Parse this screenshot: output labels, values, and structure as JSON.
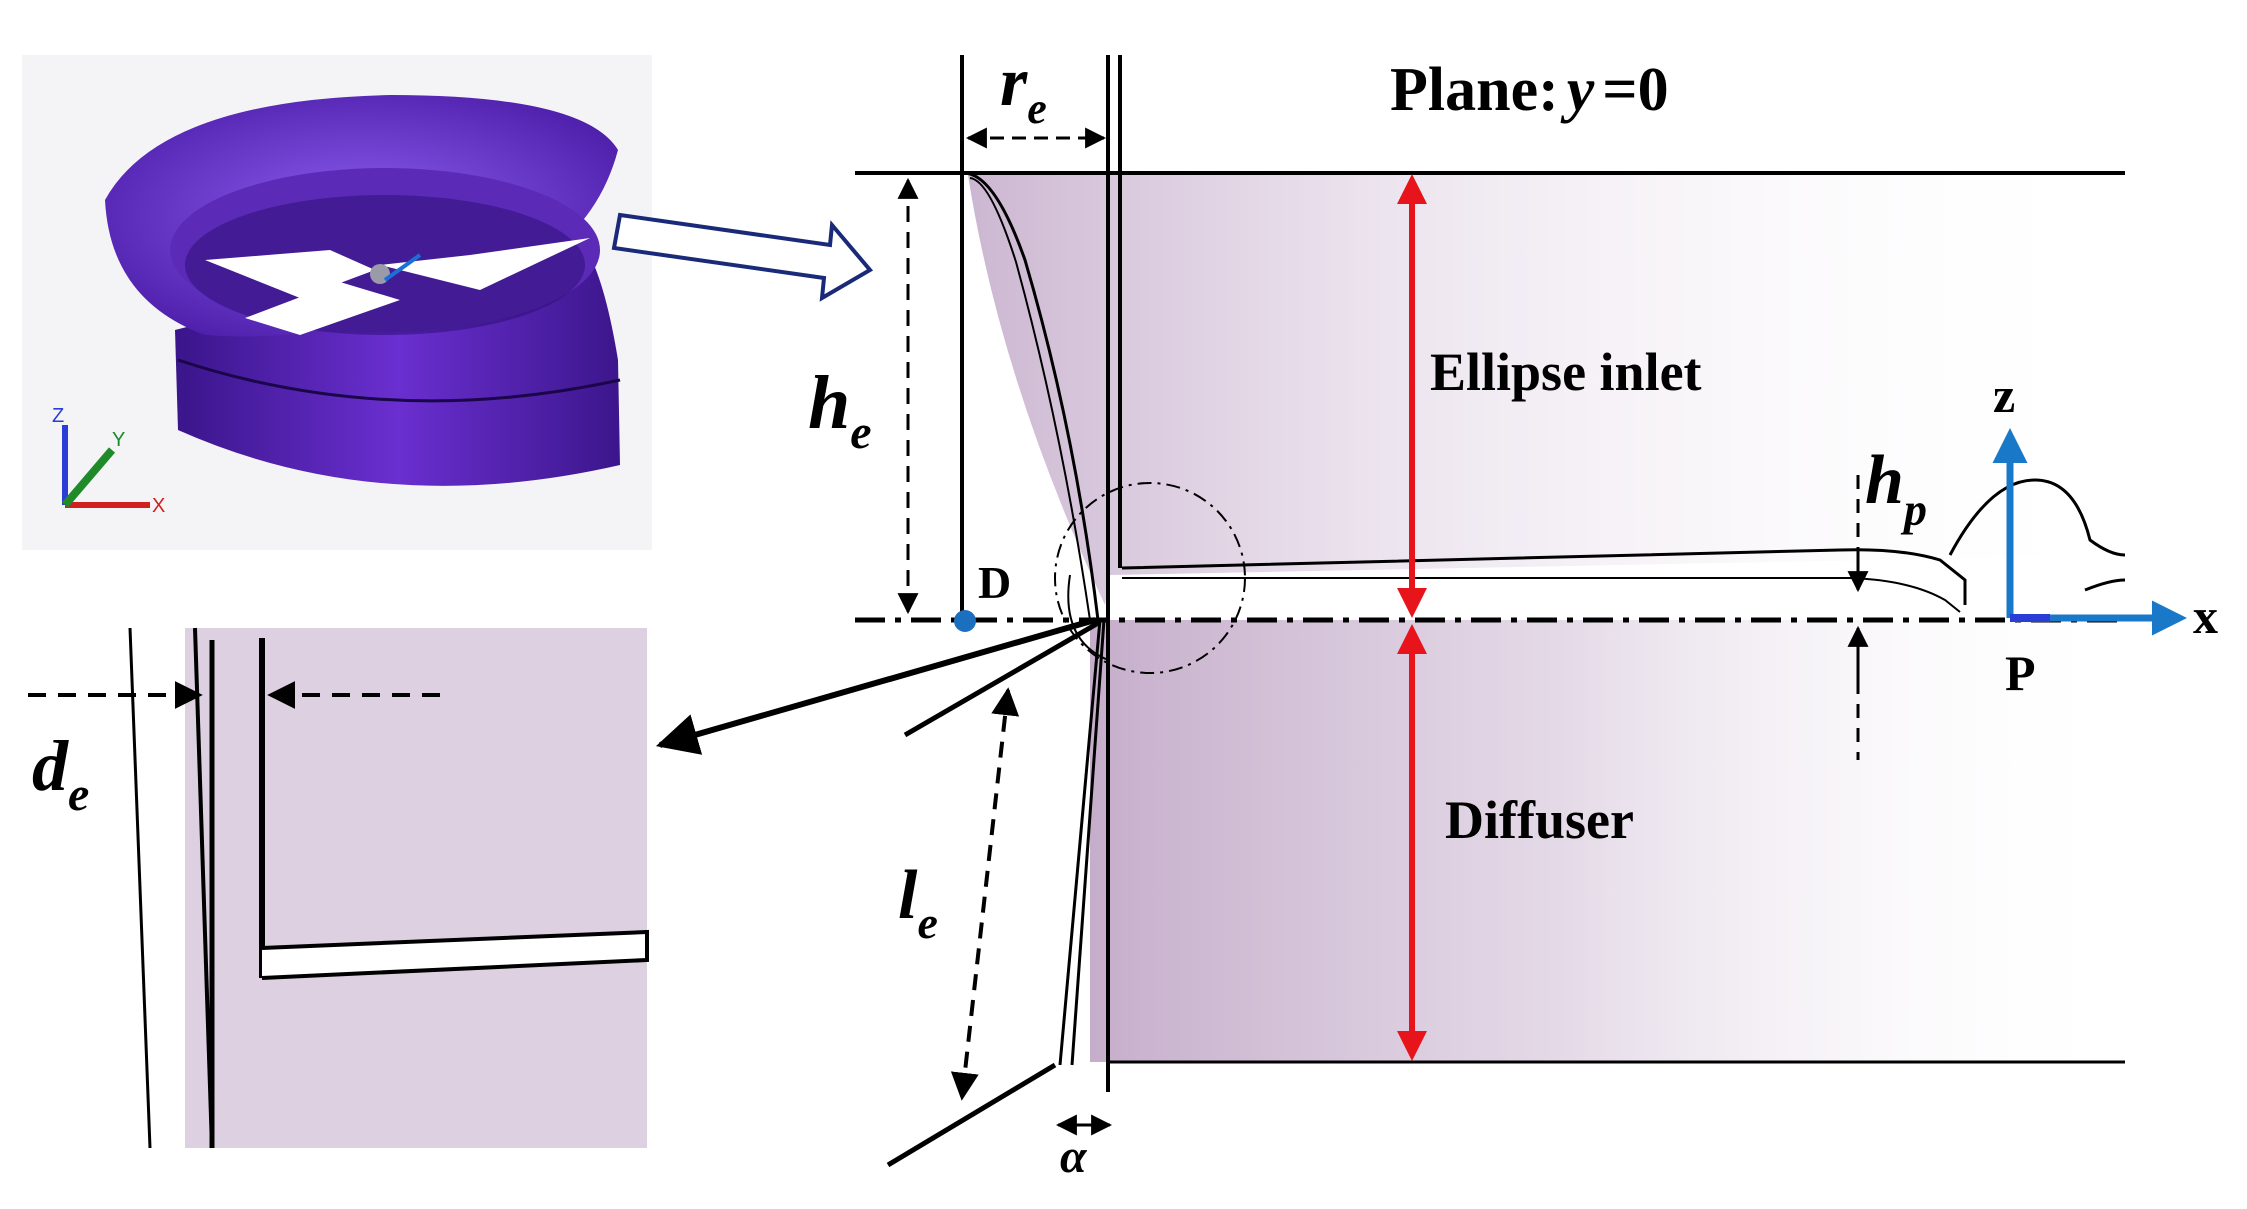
{
  "plane_label": "Plane:",
  "plane_var": "y",
  "plane_eq": "=0",
  "labels": {
    "ellipse_inlet": "Ellipse inlet",
    "diffuser": "Diffuser",
    "point_d": "D",
    "point_p": "P",
    "axis_z": "z",
    "axis_x": "x"
  },
  "dimensions": {
    "r_e": {
      "main": "r",
      "sub": "e"
    },
    "h_e": {
      "main": "h",
      "sub": "e"
    },
    "h_p": {
      "main": "h",
      "sub": "p"
    },
    "l_e": {
      "main": "l",
      "sub": "e"
    },
    "d_e": {
      "main": "d",
      "sub": "e"
    },
    "alpha": "α"
  },
  "mini_axes": {
    "z": "Z",
    "y": "Y",
    "x": "X"
  },
  "colors": {
    "red_arrow": "#e8141c",
    "blue_axis": "#1a78c8",
    "duct_purple": "#5a22b8",
    "shade": "#d6c6da",
    "dot": "#1c6fbf"
  }
}
